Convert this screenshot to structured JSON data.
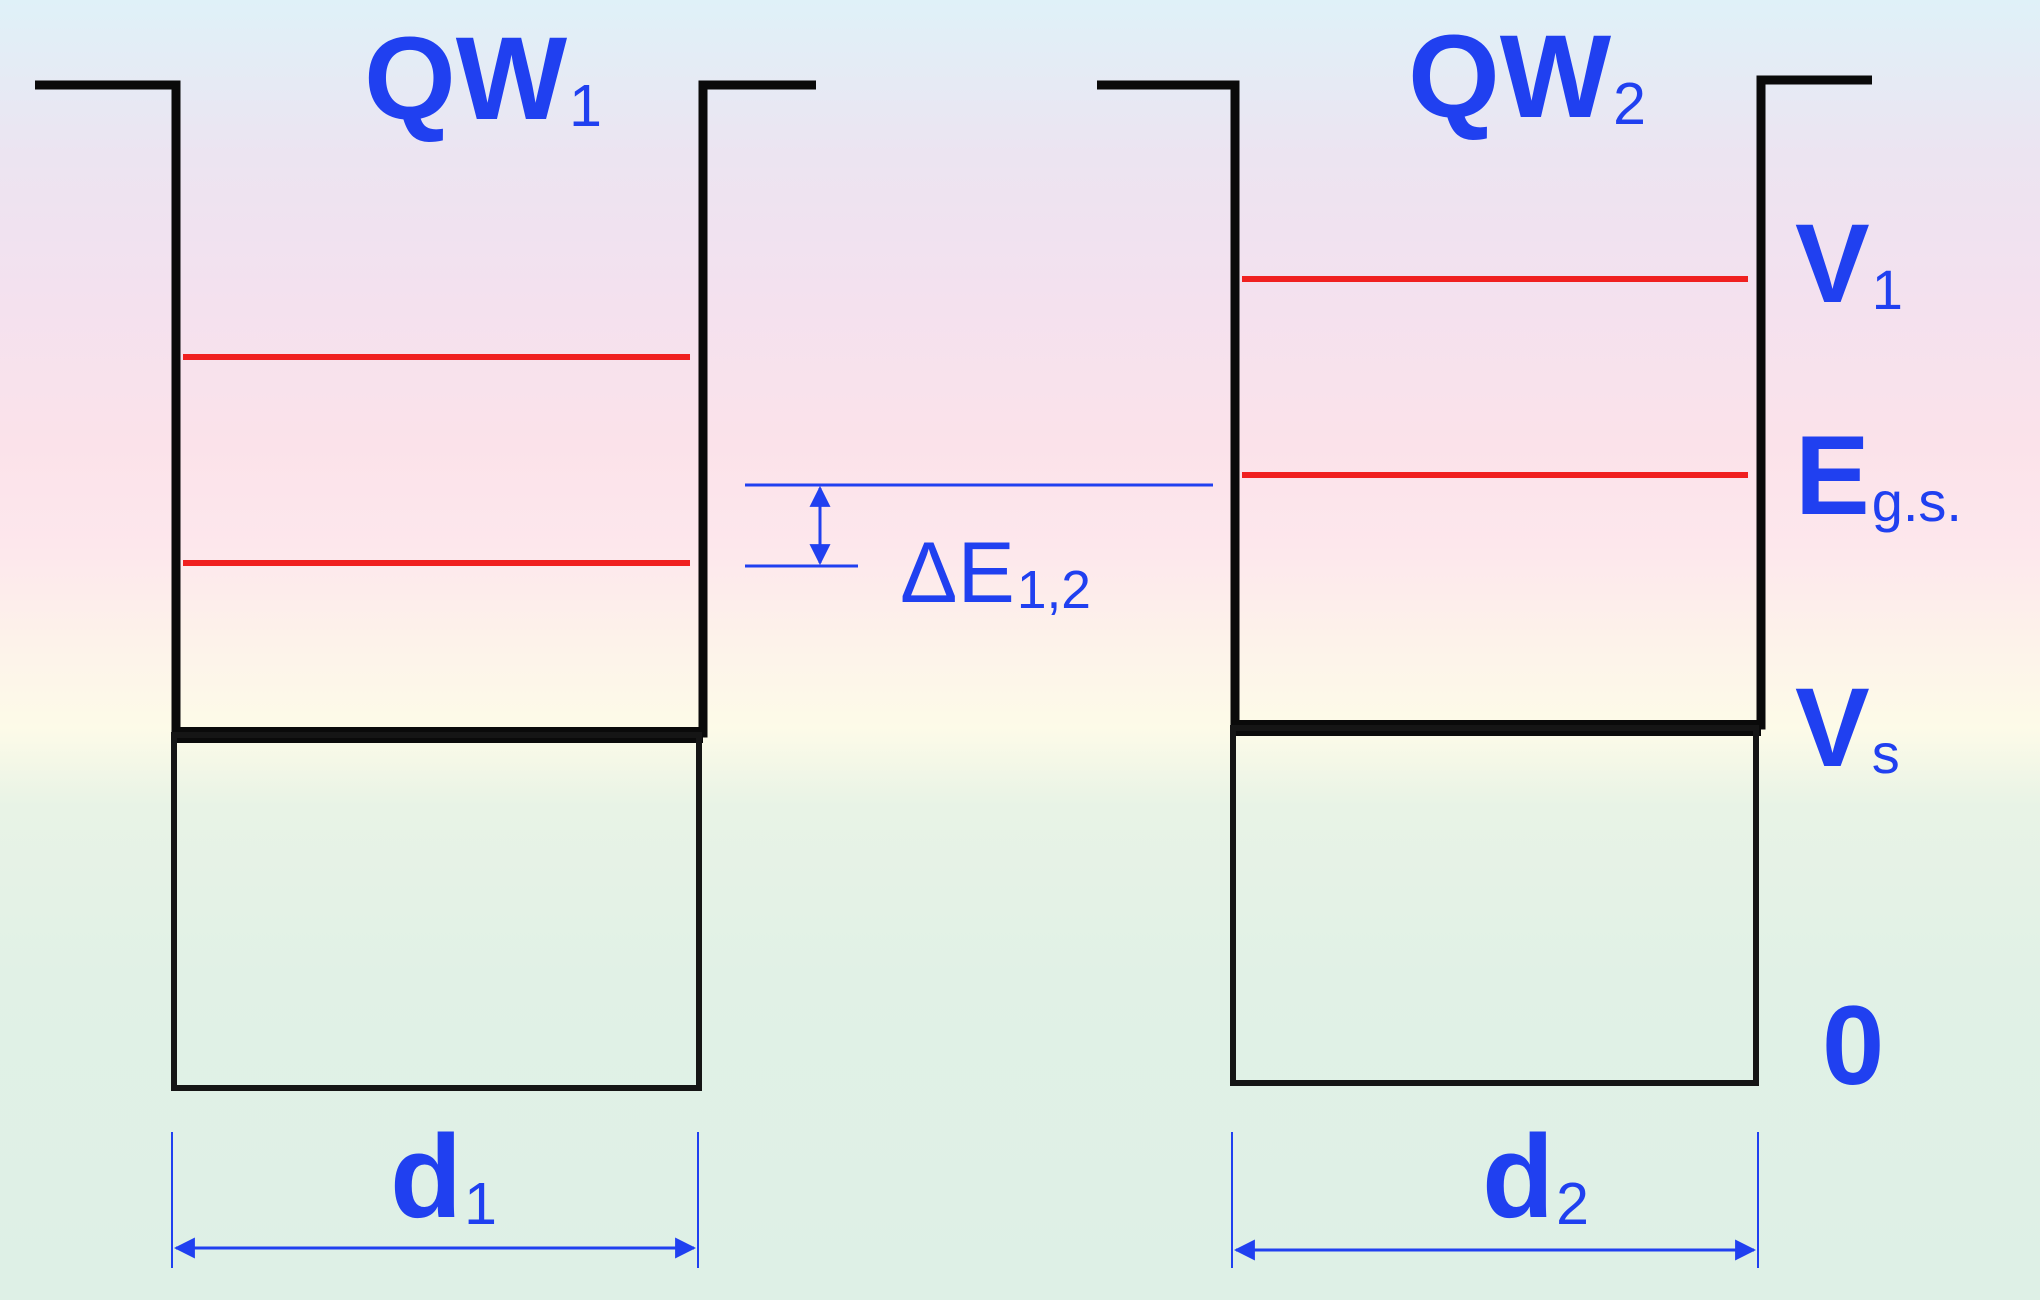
{
  "labels": {
    "qw1": {
      "main": "QW",
      "sub": "1"
    },
    "qw2": {
      "main": "QW",
      "sub": "2"
    },
    "v1": {
      "main": "V",
      "sub": "1"
    },
    "egs": {
      "main": "E",
      "sub": "g.s."
    },
    "vs": {
      "main": "V",
      "sub": "s"
    },
    "zero": {
      "main": "0"
    },
    "delta_e": {
      "main": "ΔE",
      "sub": "1,2"
    },
    "d1": {
      "main": "d",
      "sub": "1"
    },
    "d2": {
      "main": "d",
      "sub": "2"
    }
  },
  "colors": {
    "label": "#2040f0",
    "energy_level": "#f02020",
    "well_outline": "#0a0a0a",
    "dimension_line": "#2040f0"
  }
}
